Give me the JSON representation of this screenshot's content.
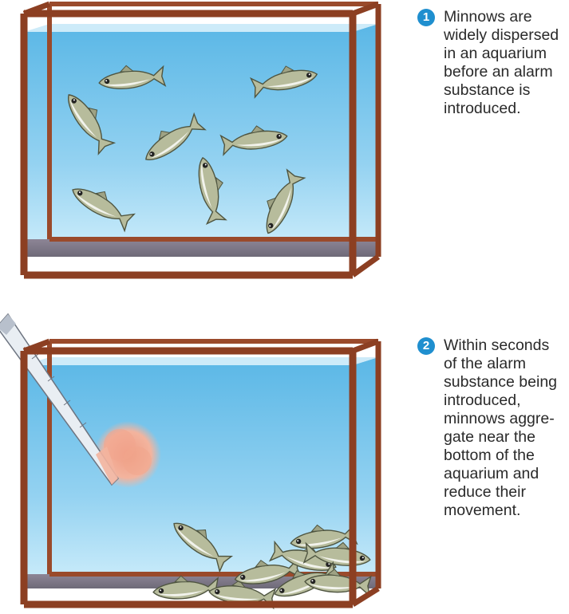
{
  "steps": [
    {
      "number": "1",
      "text": "Minnows are\nwidely dispersed\nin an aquarium\nbefore an alarm\nsubstance is\nintroduced."
    },
    {
      "number": "2",
      "text": "Within seconds\nof the alarm\nsubstance being\nintroduced,\nminnows aggre-\ngate near the\nbottom of the\naquarium and\nreduce their\nmovement."
    }
  ],
  "colors": {
    "frame": "#9a4a2b",
    "water_top": "#5ab7e6",
    "water_bottom": "#cfeefb",
    "badge": "#1f8fcf",
    "fish_body": "#b7bc9c",
    "fish_belly": "#f2f3ec",
    "alarm_cloud": "#f0a58c"
  },
  "icons": {
    "fish": "minnow-fish-icon",
    "pipette": "dropper-icon",
    "cloud": "alarm-substance-cloud"
  }
}
